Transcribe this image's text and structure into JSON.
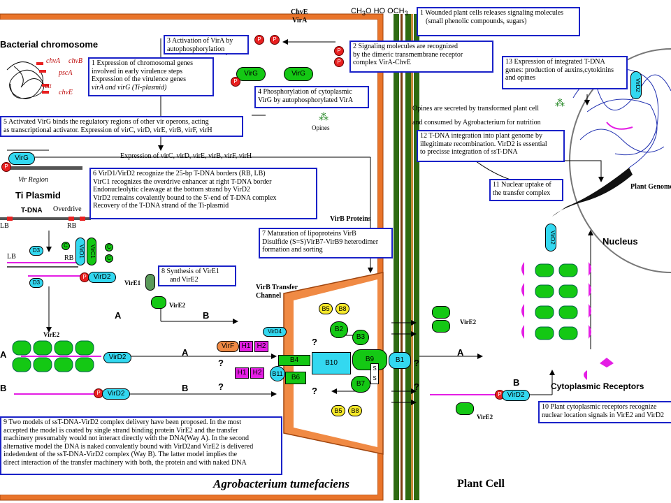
{
  "colors": {
    "wall_orange": "#e9742a",
    "box_border": "#1a22c8",
    "membrane_green": "#2e6b12",
    "membrane_brown": "#7a3d10",
    "protein_green": "#14c814",
    "cyan": "#33d8f0",
    "magenta": "#e41ee4",
    "phospho_red": "#e82020"
  },
  "header": {
    "bacterial_chromosome": "Bacterial chromosome",
    "organism": "Agrobacterium tumefaciens",
    "plant_cell": "Plant Cell"
  },
  "chromosome": {
    "genes": [
      "chvA",
      "chvB",
      "pscA",
      "att",
      "chvE"
    ]
  },
  "receptors": {
    "chve_vira": [
      "ChvE",
      "VirA"
    ],
    "phenolic": [
      "CH",
      "3",
      "O",
      "HO",
      "OCH",
      "3"
    ]
  },
  "proteins": {
    "virg": "VirG",
    "p": "P",
    "vire1": "VirE1",
    "vire2": "VirE2",
    "vird2": "VirD2",
    "vird1": "VirD1",
    "vird3": "D3",
    "vird4": "VirD4",
    "virf": "VirF",
    "virc1": "VirC1",
    "c": "C",
    "h1": "H1",
    "h2": "H2",
    "b_units": [
      "B4",
      "B10",
      "B9",
      "B1",
      "B11",
      "B6",
      "B7",
      "B2",
      "B3",
      "B5",
      "B8",
      "S",
      "S"
    ]
  },
  "plasmid": {
    "vir_region": "Vir Region",
    "ti_plasmid": "Ti Plasmid",
    "tdna": "T-DNA",
    "overdrive": "Overdrive",
    "lb": "LB",
    "rb": "RB"
  },
  "labels": {
    "expression_line": "Expression of virC, virD, virE, virB, virF, virH",
    "opines_secreted": "Opines are secreted by transformed plant cell",
    "opines_consumed": "and consumed by Agrobacterium for nutrition",
    "opines": "Opines",
    "virb_proteins": "VirB Proteins",
    "channel": [
      "VirB Transfer",
      "Channel"
    ],
    "nucleus": "Nucleus",
    "plant_genome": "Plant Genome",
    "cytoplasmic_receptors": "Cytoplasmic Receptors",
    "way_a": "A",
    "way_b": "B",
    "question": "?"
  },
  "steps": {
    "s1": [
      "1 Wounded plant cells releases signaling molecules",
      "(small phenolic compounds, sugars)"
    ],
    "s2": [
      "2 Signaling molecules are recognized",
      "by the dimeric transmembrane receptor",
      "complex VirA-ChvE"
    ],
    "s3": [
      "3 Activation of VirA by",
      "autophosphorylation"
    ],
    "s4": [
      "4 Phosphorylation of cytoplasmic",
      "VirG by autophosphorylated VirA"
    ],
    "s5": [
      "5 Activated VirG binds the regulatory regions of other vir operons, acting",
      "as transcriptional activator. Expression of virC, virD, virE, virB, virF, virH"
    ],
    "s1b": [
      "1 Expression of chromosomal genes",
      "involved in early virulence steps",
      "Expression of the virulence genes",
      "virA and virG (Ti-plasmid)"
    ],
    "s6": [
      "6 VirD1/VirD2 recognize the 25-bp T-DNA borders (RB, LB)",
      "VirC1 recognizes the overdrive enhancer at right T-DNA border",
      "Endonucleolytic cleavage at the bottom strand by VirD2",
      "VirD2 remains covalently bound to the 5'-end of T-DNA complex",
      "Recovery of the T-DNA strand of the Ti-plasmid"
    ],
    "s7": [
      "7 Maturation of lipoproteins VirB",
      "Disulfide (S=S)VirB7-VirB9 heterodimer",
      "formation and sorting"
    ],
    "s8": [
      "8 Synthesis of VirE1",
      "and VirE2"
    ],
    "s9": [
      "9 Two models of ssT-DNA-VirD2 complex delivery have been proposed. In the most",
      "accepted the model is coated by single strand binding protein VirE2 and the transfer",
      "machinery presumably would not interact directly with the DNA(Way A). In the second",
      "alternative model the DNA is naked convalently bound with VirD2and VirE2 is delivered",
      "indedendent of the ssT-DNA-VirD2 complex (Way B). The latter model implies the",
      "direct interaction of the transfer machinery with both, the protein and with naked DNA"
    ],
    "s10": [
      "10 Plant cytoplasmic receptors recognize",
      "nuclear location signals in VirE2 and VirD2"
    ],
    "s11": [
      "11 Nuclear uptake of",
      "the transfer complex"
    ],
    "s12": [
      "12 T-DNA integration into plant genome by",
      "illegitimate recombination. VirD2 is essential",
      "to precisse integration of ssT-DNA"
    ],
    "s13": [
      "13 Expression of integrated T-DNA",
      "genes: production of auxins,cytokinins",
      "and opines"
    ]
  }
}
